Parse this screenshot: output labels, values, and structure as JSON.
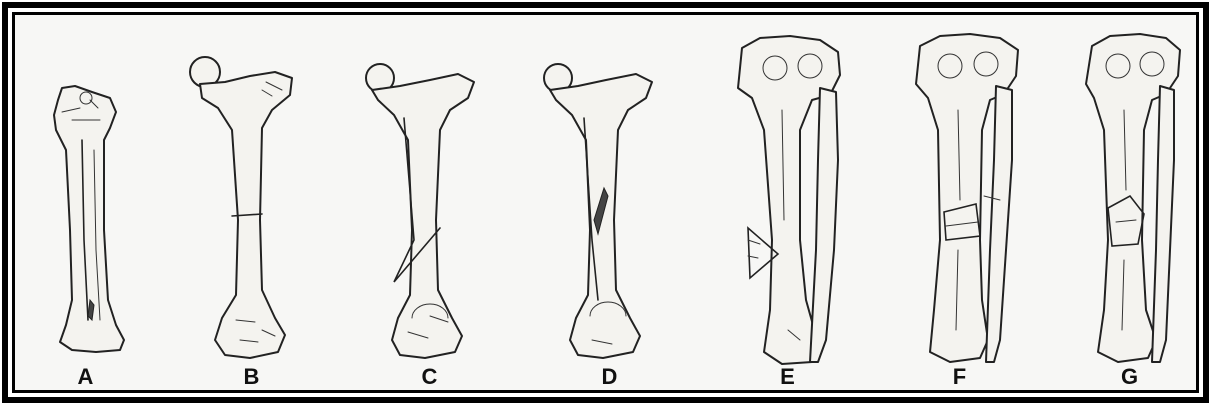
{
  "figure": {
    "labels": [
      "A",
      "B",
      "C",
      "D",
      "E",
      "F",
      "G"
    ]
  }
}
